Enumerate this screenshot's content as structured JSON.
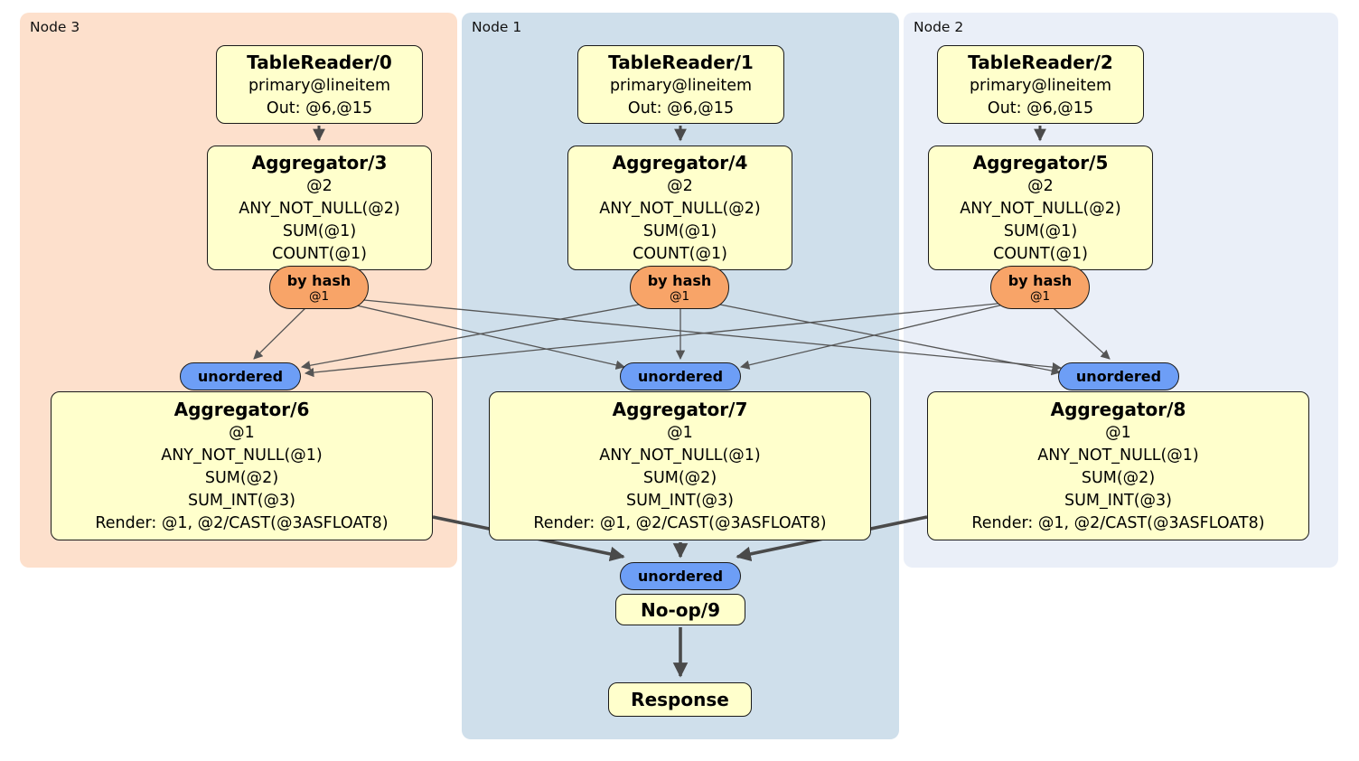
{
  "regions": {
    "node3": {
      "label": "Node 3"
    },
    "node1": {
      "label": "Node 1"
    },
    "node2": {
      "label": "Node 2"
    }
  },
  "processors": {
    "tablereader0": {
      "title": "TableReader/0",
      "lines": [
        "primary@lineitem",
        "Out: @6,@15"
      ]
    },
    "tablereader1": {
      "title": "TableReader/1",
      "lines": [
        "primary@lineitem",
        "Out: @6,@15"
      ]
    },
    "tablereader2": {
      "title": "TableReader/2",
      "lines": [
        "primary@lineitem",
        "Out: @6,@15"
      ]
    },
    "aggregator3": {
      "title": "Aggregator/3",
      "lines": [
        "@2",
        "ANY_NOT_NULL(@2)",
        "SUM(@1)",
        "COUNT(@1)"
      ]
    },
    "aggregator4": {
      "title": "Aggregator/4",
      "lines": [
        "@2",
        "ANY_NOT_NULL(@2)",
        "SUM(@1)",
        "COUNT(@1)"
      ]
    },
    "aggregator5": {
      "title": "Aggregator/5",
      "lines": [
        "@2",
        "ANY_NOT_NULL(@2)",
        "SUM(@1)",
        "COUNT(@1)"
      ]
    },
    "aggregator6": {
      "title": "Aggregator/6",
      "lines": [
        "@1",
        "ANY_NOT_NULL(@1)",
        "SUM(@2)",
        "SUM_INT(@3)",
        "Render: @1, @2/CAST(@3ASFLOAT8)"
      ]
    },
    "aggregator7": {
      "title": "Aggregator/7",
      "lines": [
        "@1",
        "ANY_NOT_NULL(@1)",
        "SUM(@2)",
        "SUM_INT(@3)",
        "Render: @1, @2/CAST(@3ASFLOAT8)"
      ]
    },
    "aggregator8": {
      "title": "Aggregator/8",
      "lines": [
        "@1",
        "ANY_NOT_NULL(@1)",
        "SUM(@2)",
        "SUM_INT(@3)",
        "Render: @1, @2/CAST(@3ASFLOAT8)"
      ]
    },
    "noop9": {
      "title": "No-op/9"
    },
    "response": {
      "title": "Response"
    }
  },
  "streams": {
    "by_hash": {
      "label": "by hash",
      "detail": "@1"
    },
    "unordered": {
      "label": "unordered"
    }
  },
  "colors": {
    "node3_bg": "#fde0cc",
    "node1_bg": "#cfdfeb",
    "node2_bg": "#eaeff8",
    "box_fill": "#ffffcc",
    "box_border": "#1a1a1a",
    "hash_oval_fill": "#f8a468",
    "stream_oval_fill": "#6d9ef6",
    "edge_color": "#555555",
    "thick_edge_color": "#4a4a4a",
    "text_color": "#000000"
  }
}
